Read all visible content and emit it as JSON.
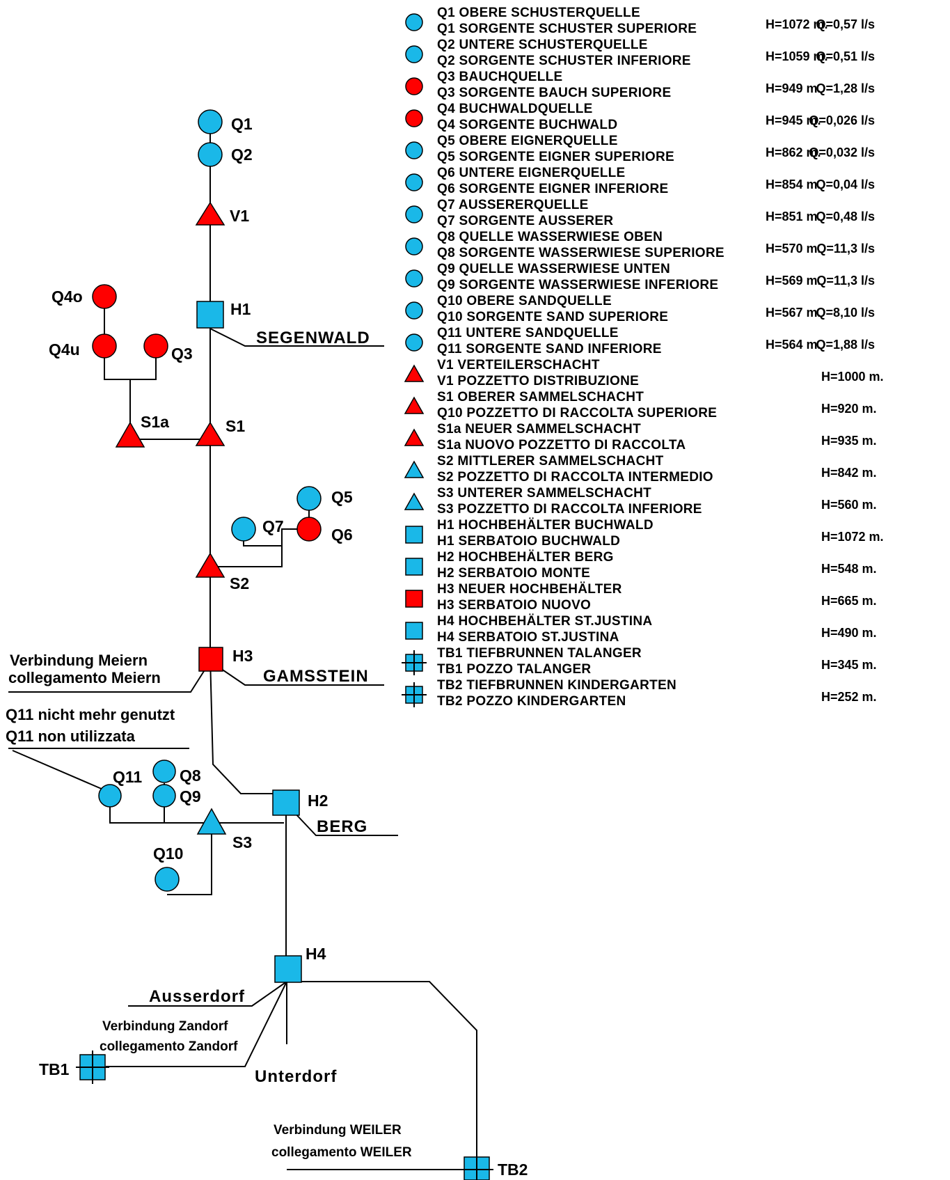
{
  "colors": {
    "blue": "#1ab8e8",
    "red": "#ff0000",
    "line": "#000000"
  },
  "diagram": {
    "nodes": {
      "q1": "Q1",
      "q2": "Q2",
      "v1": "V1",
      "h1": "H1",
      "q4o": "Q4o",
      "q4u": "Q4u",
      "q3": "Q3",
      "s1a": "S1a",
      "s1": "S1",
      "q5": "Q5",
      "q7": "Q7",
      "q6": "Q6",
      "s2": "S2",
      "h3": "H3",
      "q11": "Q11",
      "q8": "Q8",
      "q9": "Q9",
      "h2": "H2",
      "s3": "S3",
      "q10": "Q10",
      "h4": "H4",
      "tb1": "TB1",
      "tb2": "TB2"
    },
    "places": {
      "segenwald": "SEGENWALD",
      "gamsstein": "GAMSSTEIN",
      "berg": "BERG",
      "ausserdorf": "Ausserdorf",
      "unterdorf": "Unterdorf"
    },
    "notes": {
      "meiern_de": "Verbindung Meiern",
      "meiern_it": "collegamento Meiern",
      "q11_de": "Q11 nicht mehr genutzt",
      "q11_it": "Q11 non utilizzata",
      "zandorf_de": "Verbindung Zandorf",
      "zandorf_it": "collegamento Zandorf",
      "weiler_de": "Verbindung  WEILER",
      "weiler_it": "collegamento WEILER"
    }
  },
  "legend": [
    {
      "symbol": "circle",
      "color": "blue",
      "line1": "Q1 OBERE SCHUSTERQUELLE",
      "line2": "Q1 SORGENTE SCHUSTER SUPERIORE",
      "h": "H=1072 m.",
      "q": "Q=0,57 l/s"
    },
    {
      "symbol": "circle",
      "color": "blue",
      "line1": "Q2 UNTERE SCHUSTERQUELLE",
      "line2": "Q2 SORGENTE SCHUSTER INFERIORE",
      "h": "H=1059 m.",
      "q": "Q=0,51 l/s"
    },
    {
      "symbol": "circle",
      "color": "red",
      "line1": "Q3 BAUCHQUELLE",
      "line2": "Q3 SORGENTE BAUCH SUPERIORE",
      "h": "H=949 m.",
      "q": "Q=1,28 l/s"
    },
    {
      "symbol": "circle",
      "color": "red",
      "line1": "Q4 BUCHWALDQUELLE",
      "line2": "Q4 SORGENTE BUCHWALD",
      "h": "H=945 m.",
      "q": "Q=0,026 l/s"
    },
    {
      "symbol": "circle",
      "color": "blue",
      "line1": "Q5 OBERE EIGNERQUELLE",
      "line2": "Q5 SORGENTE EIGNER SUPERIORE",
      "h": "H=862 m.",
      "q": "Q=0,032 l/s"
    },
    {
      "symbol": "circle",
      "color": "blue",
      "line1": "Q6 UNTERE EIGNERQUELLE",
      "line2": "Q6 SORGENTE EIGNER INFERIORE",
      "h": "H=854 m.",
      "q": "Q=0,04 l/s"
    },
    {
      "symbol": "circle",
      "color": "blue",
      "line1": "Q7 AUSSERERQUELLE",
      "line2": "Q7 SORGENTE AUSSERER",
      "h": "H=851 m.",
      "q": "Q=0,48 l/s"
    },
    {
      "symbol": "circle",
      "color": "blue",
      "line1": "Q8 QUELLE WASSERWIESE OBEN",
      "line2": "Q8 SORGENTE WASSERWIESE SUPERIORE",
      "h": "H=570 m.",
      "q": "Q=11,3 l/s"
    },
    {
      "symbol": "circle",
      "color": "blue",
      "line1": "Q9 QUELLE WASSERWIESE UNTEN",
      "line2": "Q9 SORGENTE WASSERWIESE INFERIORE",
      "h": "H=569 m.",
      "q": "Q=11,3 l/s"
    },
    {
      "symbol": "circle",
      "color": "blue",
      "line1": "Q10 OBERE SANDQUELLE",
      "line2": "Q10 SORGENTE SAND SUPERIORE",
      "h": "H=567 m.",
      "q": "Q=8,10 l/s"
    },
    {
      "symbol": "circle",
      "color": "blue",
      "line1": "Q11 UNTERE SANDQUELLE",
      "line2": "Q11 SORGENTE SAND INFERIORE",
      "h": "H=564 m.",
      "q": "Q=1,88 l/s"
    },
    {
      "symbol": "triangle",
      "color": "red",
      "line1": "V1 VERTEILERSCHACHT",
      "line2": "V1 POZZETTO DISTRIBUZIONE",
      "h": "H=1000 m.",
      "q": ""
    },
    {
      "symbol": "triangle",
      "color": "red",
      "line1": "S1 OBERER SAMMELSCHACHT",
      "line2": "Q10 POZZETTO DI RACCOLTA SUPERIORE",
      "h": "H=920 m.",
      "q": ""
    },
    {
      "symbol": "triangle",
      "color": "red",
      "line1": "S1a NEUER SAMMELSCHACHT",
      "line2": "S1a NUOVO POZZETTO DI RACCOLTA",
      "h": "H=935 m.",
      "q": ""
    },
    {
      "symbol": "triangle",
      "color": "blue",
      "line1": "S2 MITTLERER SAMMELSCHACHT",
      "line2": "S2 POZZETTO DI RACCOLTA INTERMEDIO",
      "h": "H=842 m.",
      "q": ""
    },
    {
      "symbol": "triangle",
      "color": "blue",
      "line1": "S3 UNTERER SAMMELSCHACHT",
      "line2": "S3 POZZETTO DI RACCOLTA INFERIORE",
      "h": "H=560 m.",
      "q": ""
    },
    {
      "symbol": "square",
      "color": "blue",
      "line1": "H1 HOCHBEHÄLTER BUCHWALD",
      "line2": "H1 SERBATOIO BUCHWALD",
      "h": "H=1072 m.",
      "q": ""
    },
    {
      "symbol": "square",
      "color": "blue",
      "line1": "H2 HOCHBEHÄLTER BERG",
      "line2": "H2 SERBATOIO MONTE",
      "h": "H=548 m.",
      "q": ""
    },
    {
      "symbol": "square",
      "color": "red",
      "line1": "H3 NEUER HOCHBEHÄLTER",
      "line2": "H3 SERBATOIO NUOVO",
      "h": "H=665 m.",
      "q": ""
    },
    {
      "symbol": "square",
      "color": "blue",
      "line1": "H4 HOCHBEHÄLTER ST.JUSTINA",
      "line2": "H4 SERBATOIO ST.JUSTINA",
      "h": "H=490 m.",
      "q": ""
    },
    {
      "symbol": "well",
      "color": "blue",
      "line1": "TB1 TIEFBRUNNEN TALANGER",
      "line2": "TB1 POZZO TALANGER",
      "h": "H=345 m.",
      "q": ""
    },
    {
      "symbol": "well",
      "color": "blue",
      "line1": "TB2 TIEFBRUNNEN KINDERGARTEN",
      "line2": "TB2 POZZO KINDERGARTEN",
      "h": "H=252 m.",
      "q": ""
    }
  ]
}
